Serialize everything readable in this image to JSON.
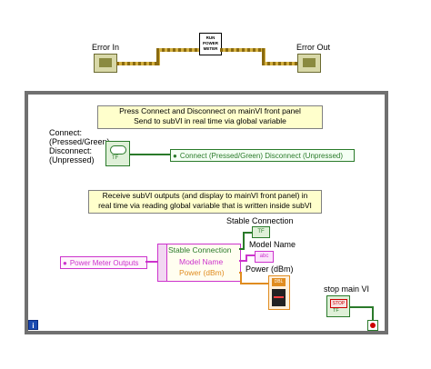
{
  "top": {
    "error_in": "Error In",
    "error_out": "Error Out",
    "subvi_lines": [
      "RUN",
      "POWER",
      "METER"
    ]
  },
  "notes": {
    "note1_line1": "Press Connect and Disconnect on mainVI front panel",
    "note1_line2": "Send to subVI in real time via global variable",
    "note2_line1": "Receive subVI outputs (and display to mainVI front panel) in",
    "note2_line2": "real time via reading global variable that is written inside subVI"
  },
  "connect": {
    "label_lines": [
      "Connect:",
      "(Pressed/Green)",
      "Disconnect:",
      "(Unpressed)"
    ],
    "global": "Connect (Pressed/Green) Disconnect (Unpressed)",
    "tf": "TF"
  },
  "outputs": {
    "global": "Power Meter Outputs",
    "unbundle": [
      "Stable Connection",
      "Model Name",
      "Power (dBm)"
    ],
    "stable_label": "Stable Connection",
    "model_label": "Model Name",
    "power_label": "Power (dBm)",
    "tf": "TF",
    "abc": "abc",
    "dbl": "DBL"
  },
  "stop": {
    "label": "stop main VI",
    "button": "STOP",
    "tf": "TF"
  },
  "info_icon": "i",
  "colors": {
    "boolean_wire": "#2a7a2a",
    "string_wire": "#cc33cc",
    "numeric_wire": "#e08c20",
    "cluster_wire": "#8a6a10"
  }
}
